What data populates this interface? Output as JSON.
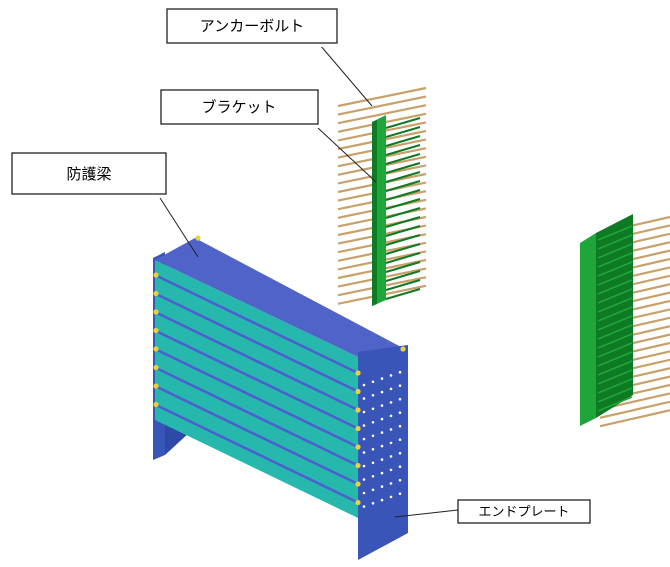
{
  "labels": {
    "anchor_bolt": "アンカーボルト",
    "bracket": "ブラケット",
    "protective_beam": "防護梁",
    "end_plate": "エンドプレート"
  },
  "colors": {
    "beam_top": "#4f63c9",
    "beam_face": "#27b8ad",
    "beam_stripe": "#4c5fd1",
    "end_plate": "#3a55b8",
    "bracket_green": "#1fa63a",
    "bracket_dark": "#0f7a24",
    "anchor_bolt": "#c8a06a",
    "joint_yellow": "#e8d23a"
  }
}
